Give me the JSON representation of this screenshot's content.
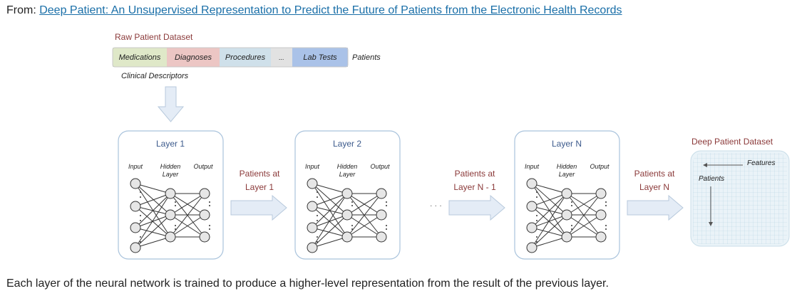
{
  "header": {
    "prefix": "From: ",
    "link_text": "Deep Patient: An Unsupervised Representation to Predict the Future of Patients from the Electronic Health Records"
  },
  "diagram": {
    "raw_title": "Raw Patient Dataset",
    "descriptors": [
      {
        "label": "Medications",
        "color": "#dfe8c8"
      },
      {
        "label": "Diagnoses",
        "color": "#ecc6c4"
      },
      {
        "label": "Procedures",
        "color": "#cfe0ea"
      },
      {
        "label": "...",
        "color": "#e2e2e2"
      },
      {
        "label": "Lab Tests",
        "color": "#aac2e8"
      }
    ],
    "patients_label": "Patients",
    "clinical_label": "Clinical Descriptors",
    "layers": [
      {
        "title": "Layer 1",
        "input": "Input",
        "hidden": "Hidden Layer",
        "output": "Output"
      },
      {
        "title": "Layer 2",
        "input": "Input",
        "hidden": "Hidden Layer",
        "output": "Output"
      },
      {
        "title": "Layer N",
        "input": "Input",
        "hidden": "Hidden Layer",
        "output": "Output"
      }
    ],
    "transitions": [
      {
        "line1": "Patients at",
        "line2": "Layer 1"
      },
      {
        "line1": "Patients at",
        "line2": "Layer N - 1"
      },
      {
        "line1": "Patients at",
        "line2": "Layer N"
      }
    ],
    "ellipsis": ". . .",
    "deep_title": "Deep Patient Dataset",
    "deep_features": "Features",
    "deep_patients": "Patients"
  },
  "caption": "Each layer of the neural network is trained to produce a higher-level representation from the result of the previous layer."
}
